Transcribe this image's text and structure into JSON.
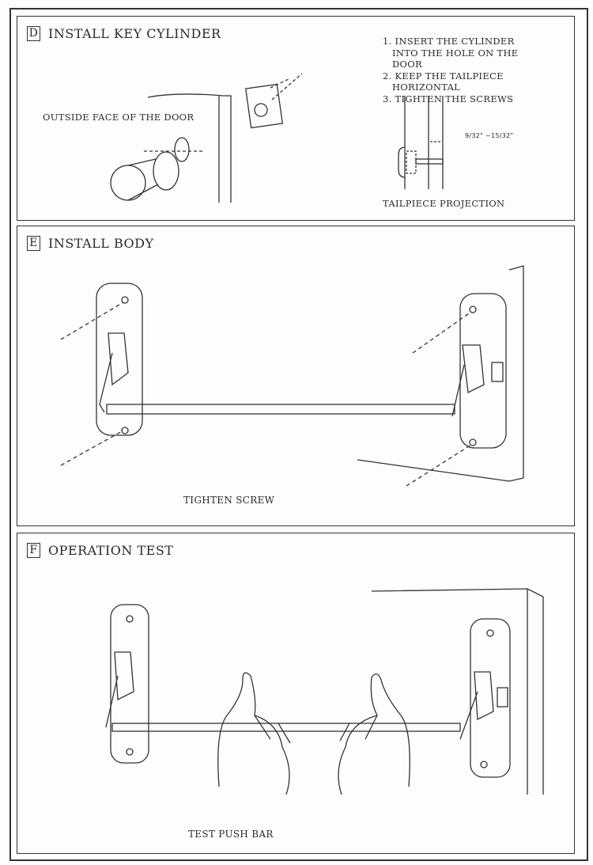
{
  "sections": {
    "d": {
      "letter": "D",
      "title": "INSTALL KEY CYLINDER",
      "label_outside": "OUTSIDE FACE OF THE DOOR",
      "steps": [
        "1. INSERT THE CYLINDER",
        "INTO THE HOLE ON THE",
        "DOOR",
        "2. KEEP THE TAILPIECE",
        "HORIZONTAL",
        "3. TIGHTEN THE SCREWS"
      ],
      "dimension": "9/32\" ~15/32\"",
      "caption": "TAILPIECE PROJECTION"
    },
    "e": {
      "letter": "E",
      "title": "INSTALL BODY",
      "caption": "TIGHTEN SCREW"
    },
    "f": {
      "letter": "F",
      "title": "OPERATION TEST",
      "caption": "TEST PUSH BAR"
    }
  }
}
